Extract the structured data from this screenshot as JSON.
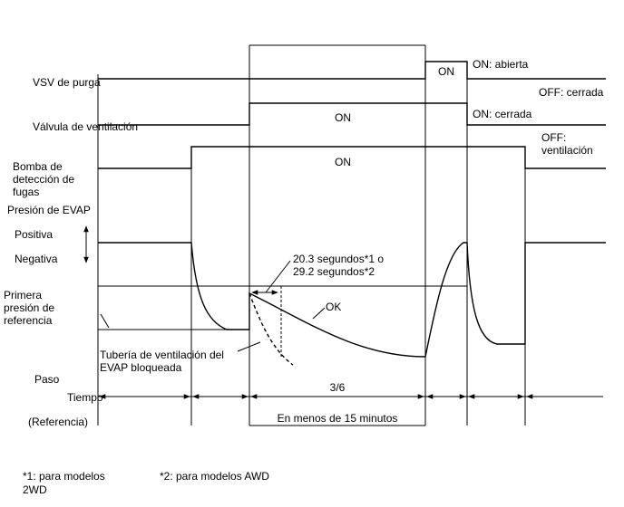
{
  "signals": {
    "vsv_label": "VSV de purga",
    "valve_label": "Válvula de ventilación",
    "pump_label_lines": [
      "Bomba de",
      "detección de",
      "fugas"
    ],
    "evap_label": "Presión de EVAP",
    "positive_label": "Positiva",
    "negative_label": "Negativa",
    "reference_label_lines": [
      "Primera",
      "presión de",
      "referencia"
    ]
  },
  "states": {
    "vsv_on": "ON",
    "vsv_on_note": "ON: abierta",
    "vsv_off_note": "OFF: cerrada",
    "valve_on": "ON",
    "valve_on_note": "ON: cerrada",
    "pump_on": "ON",
    "pump_off_note_lines": [
      "OFF:",
      "ventilación"
    ]
  },
  "annotations": {
    "time_limit_lines": [
      "20.3 segundos*1 o",
      "29.2 segundos*2"
    ],
    "ok_label": "OK",
    "blocked_lines": [
      "Tubería de ventilación del",
      "EVAP bloqueada"
    ]
  },
  "timeline": {
    "step_label": "Paso",
    "time_label": "Tiempo",
    "reference_label": "(Referencia)",
    "step_value": "3/6",
    "duration_note": "En menos de 15 minutos"
  },
  "footnotes": {
    "note1_lines": [
      "*1: para modelos",
      "2WD"
    ],
    "note2": "*2: para modelos AWD"
  }
}
